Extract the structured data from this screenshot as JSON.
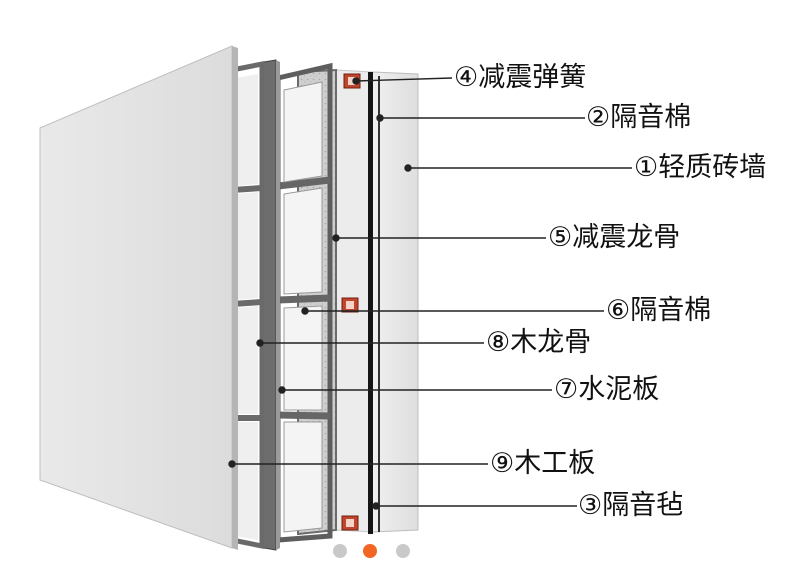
{
  "labels": [
    {
      "id": "label-4-shock-spring",
      "text": "④减震弹簧"
    },
    {
      "id": "label-2-sound-cotton",
      "text": "②隔音棉"
    },
    {
      "id": "label-1-light-brick-wall",
      "text": "①轻质砖墙"
    },
    {
      "id": "label-5-shock-keel",
      "text": "⑤减震龙骨"
    },
    {
      "id": "label-6-sound-cotton",
      "text": "⑥隔音棉"
    },
    {
      "id": "label-8-wood-keel",
      "text": "⑧木龙骨"
    },
    {
      "id": "label-7-cement-board",
      "text": "⑦水泥板"
    },
    {
      "id": "label-9-wood-board",
      "text": "⑨木工板"
    },
    {
      "id": "label-3-sound-felt",
      "text": "③隔音毡"
    }
  ],
  "carousel": {
    "count": 3,
    "active_index": 1,
    "active_color": "#f26522",
    "inactive_color": "#c9c9c9"
  },
  "colors": {
    "leader_line": "#222222",
    "panel_face": "#e6e6e6",
    "panel_edge": "#7d7d7d",
    "frame_dark": "#6b6b6b",
    "spring_red": "#c1442d"
  }
}
